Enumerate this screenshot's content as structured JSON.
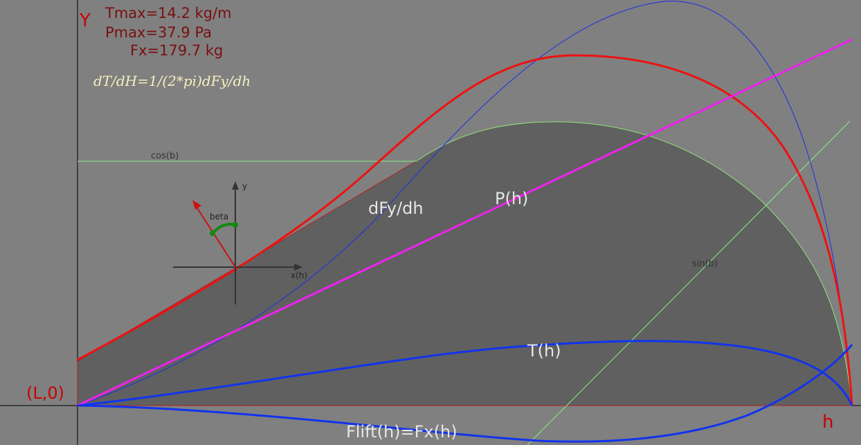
{
  "chart_data": {
    "type": "line",
    "axis_labels": {
      "y": "Y",
      "x": "h",
      "origin": "(L,0)"
    },
    "stats": [
      "Tmax=14.2 kg/m",
      "Pmax=37.9 Pa",
      "Fx=179.7 kg"
    ],
    "formula": "dT/dH=1/(2*pi)dFy/dh",
    "series_labels": {
      "dfy": "dFy/dh",
      "p": "P(h)",
      "t": "T(h)",
      "flift": "Flift(h)=Fx(h)"
    },
    "helper_labels": {
      "cos": "cos(b)",
      "sin": "sin(b)"
    },
    "inset": {
      "y": "y",
      "x": "x(h)",
      "angle": "beta"
    },
    "colors": {
      "background": "#808080",
      "fill": "#606060",
      "red": "#ee1111",
      "blue": "#1133ee",
      "thin_blue": "#1a2ee6",
      "magenta": "#ee22ee",
      "green": "#88ee88",
      "axis_label": "#cc0000",
      "stats": "#7a0f0f",
      "formula": "#f5f0c0",
      "label": "#e6e6e6"
    }
  }
}
